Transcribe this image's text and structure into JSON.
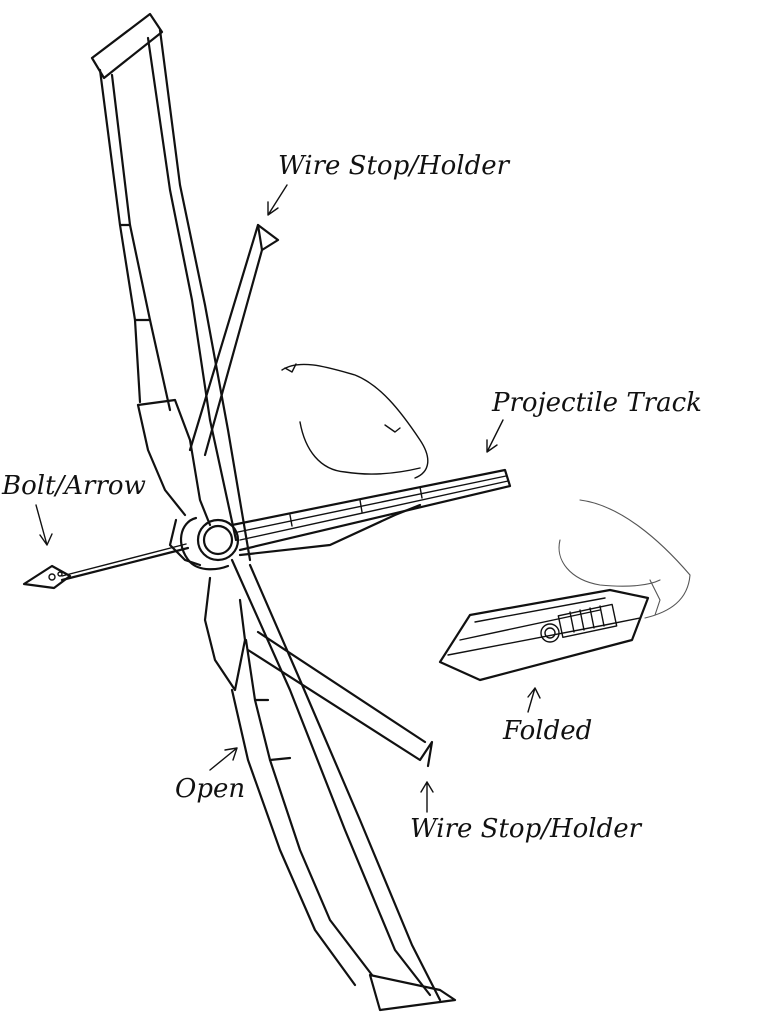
{
  "labels": {
    "wire_stop_top": "Wire Stop/Holder",
    "projectile_track": "Projectile Track",
    "bolt_arrow": "Bolt/Arrow",
    "folded": "Folded",
    "open": "Open",
    "wire_stop_bottom": "Wire Stop/Holder"
  },
  "colors": {
    "line": "#111111",
    "background": "#ffffff"
  }
}
